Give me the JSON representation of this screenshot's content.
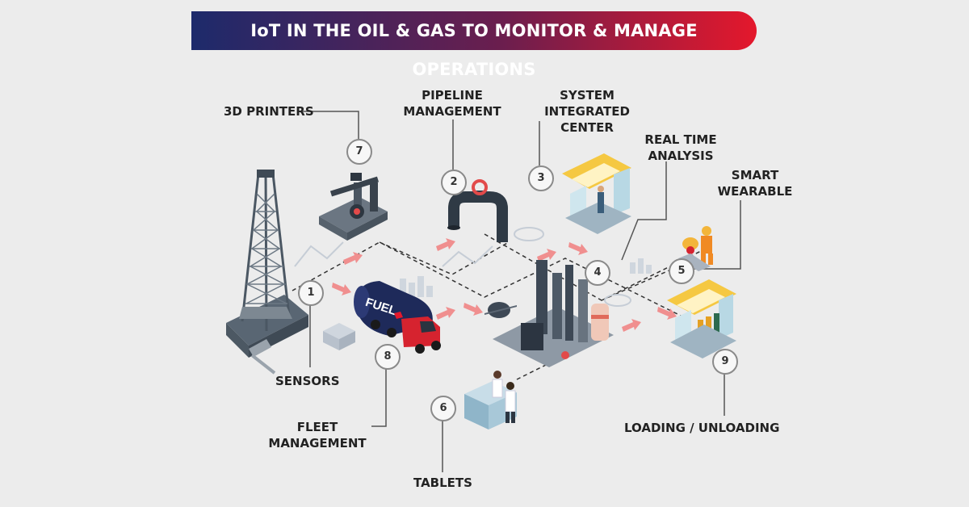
{
  "title": "IoT IN THE OIL & GAS TO MONITOR & MANAGE OPERATIONS",
  "colors": {
    "banner_start": "#1d2a6b",
    "banner_end": "#e4182c",
    "background": "#ececec",
    "accent_red": "#e4182c",
    "arrow": "#f08f8f"
  },
  "truck_text": "FUEL",
  "nodes": [
    {
      "number": "1",
      "label": "SENSORS"
    },
    {
      "number": "2",
      "label": "PIPELINE MANAGEMENT",
      "lines": [
        "PIPELINE",
        "MANAGEMENT"
      ]
    },
    {
      "number": "3",
      "label": "SYSTEM INTEGRATED CENTER",
      "lines": [
        "SYSTEM",
        "INTEGRATED",
        "CENTER"
      ]
    },
    {
      "number": "4",
      "label": "REAL TIME ANALYSIS",
      "lines": [
        "REAL TIME",
        "ANALYSIS"
      ]
    },
    {
      "number": "5",
      "label": "SMART WEARABLE",
      "lines": [
        "SMART",
        "WEARABLE"
      ]
    },
    {
      "number": "6",
      "label": "TABLETS"
    },
    {
      "number": "7",
      "label": "3D PRINTERS"
    },
    {
      "number": "8",
      "label": "FLEET MANAGEMENT",
      "lines": [
        "FLEET",
        "MANAGEMENT"
      ]
    },
    {
      "number": "9",
      "label": "LOADING / UNLOADING"
    }
  ]
}
